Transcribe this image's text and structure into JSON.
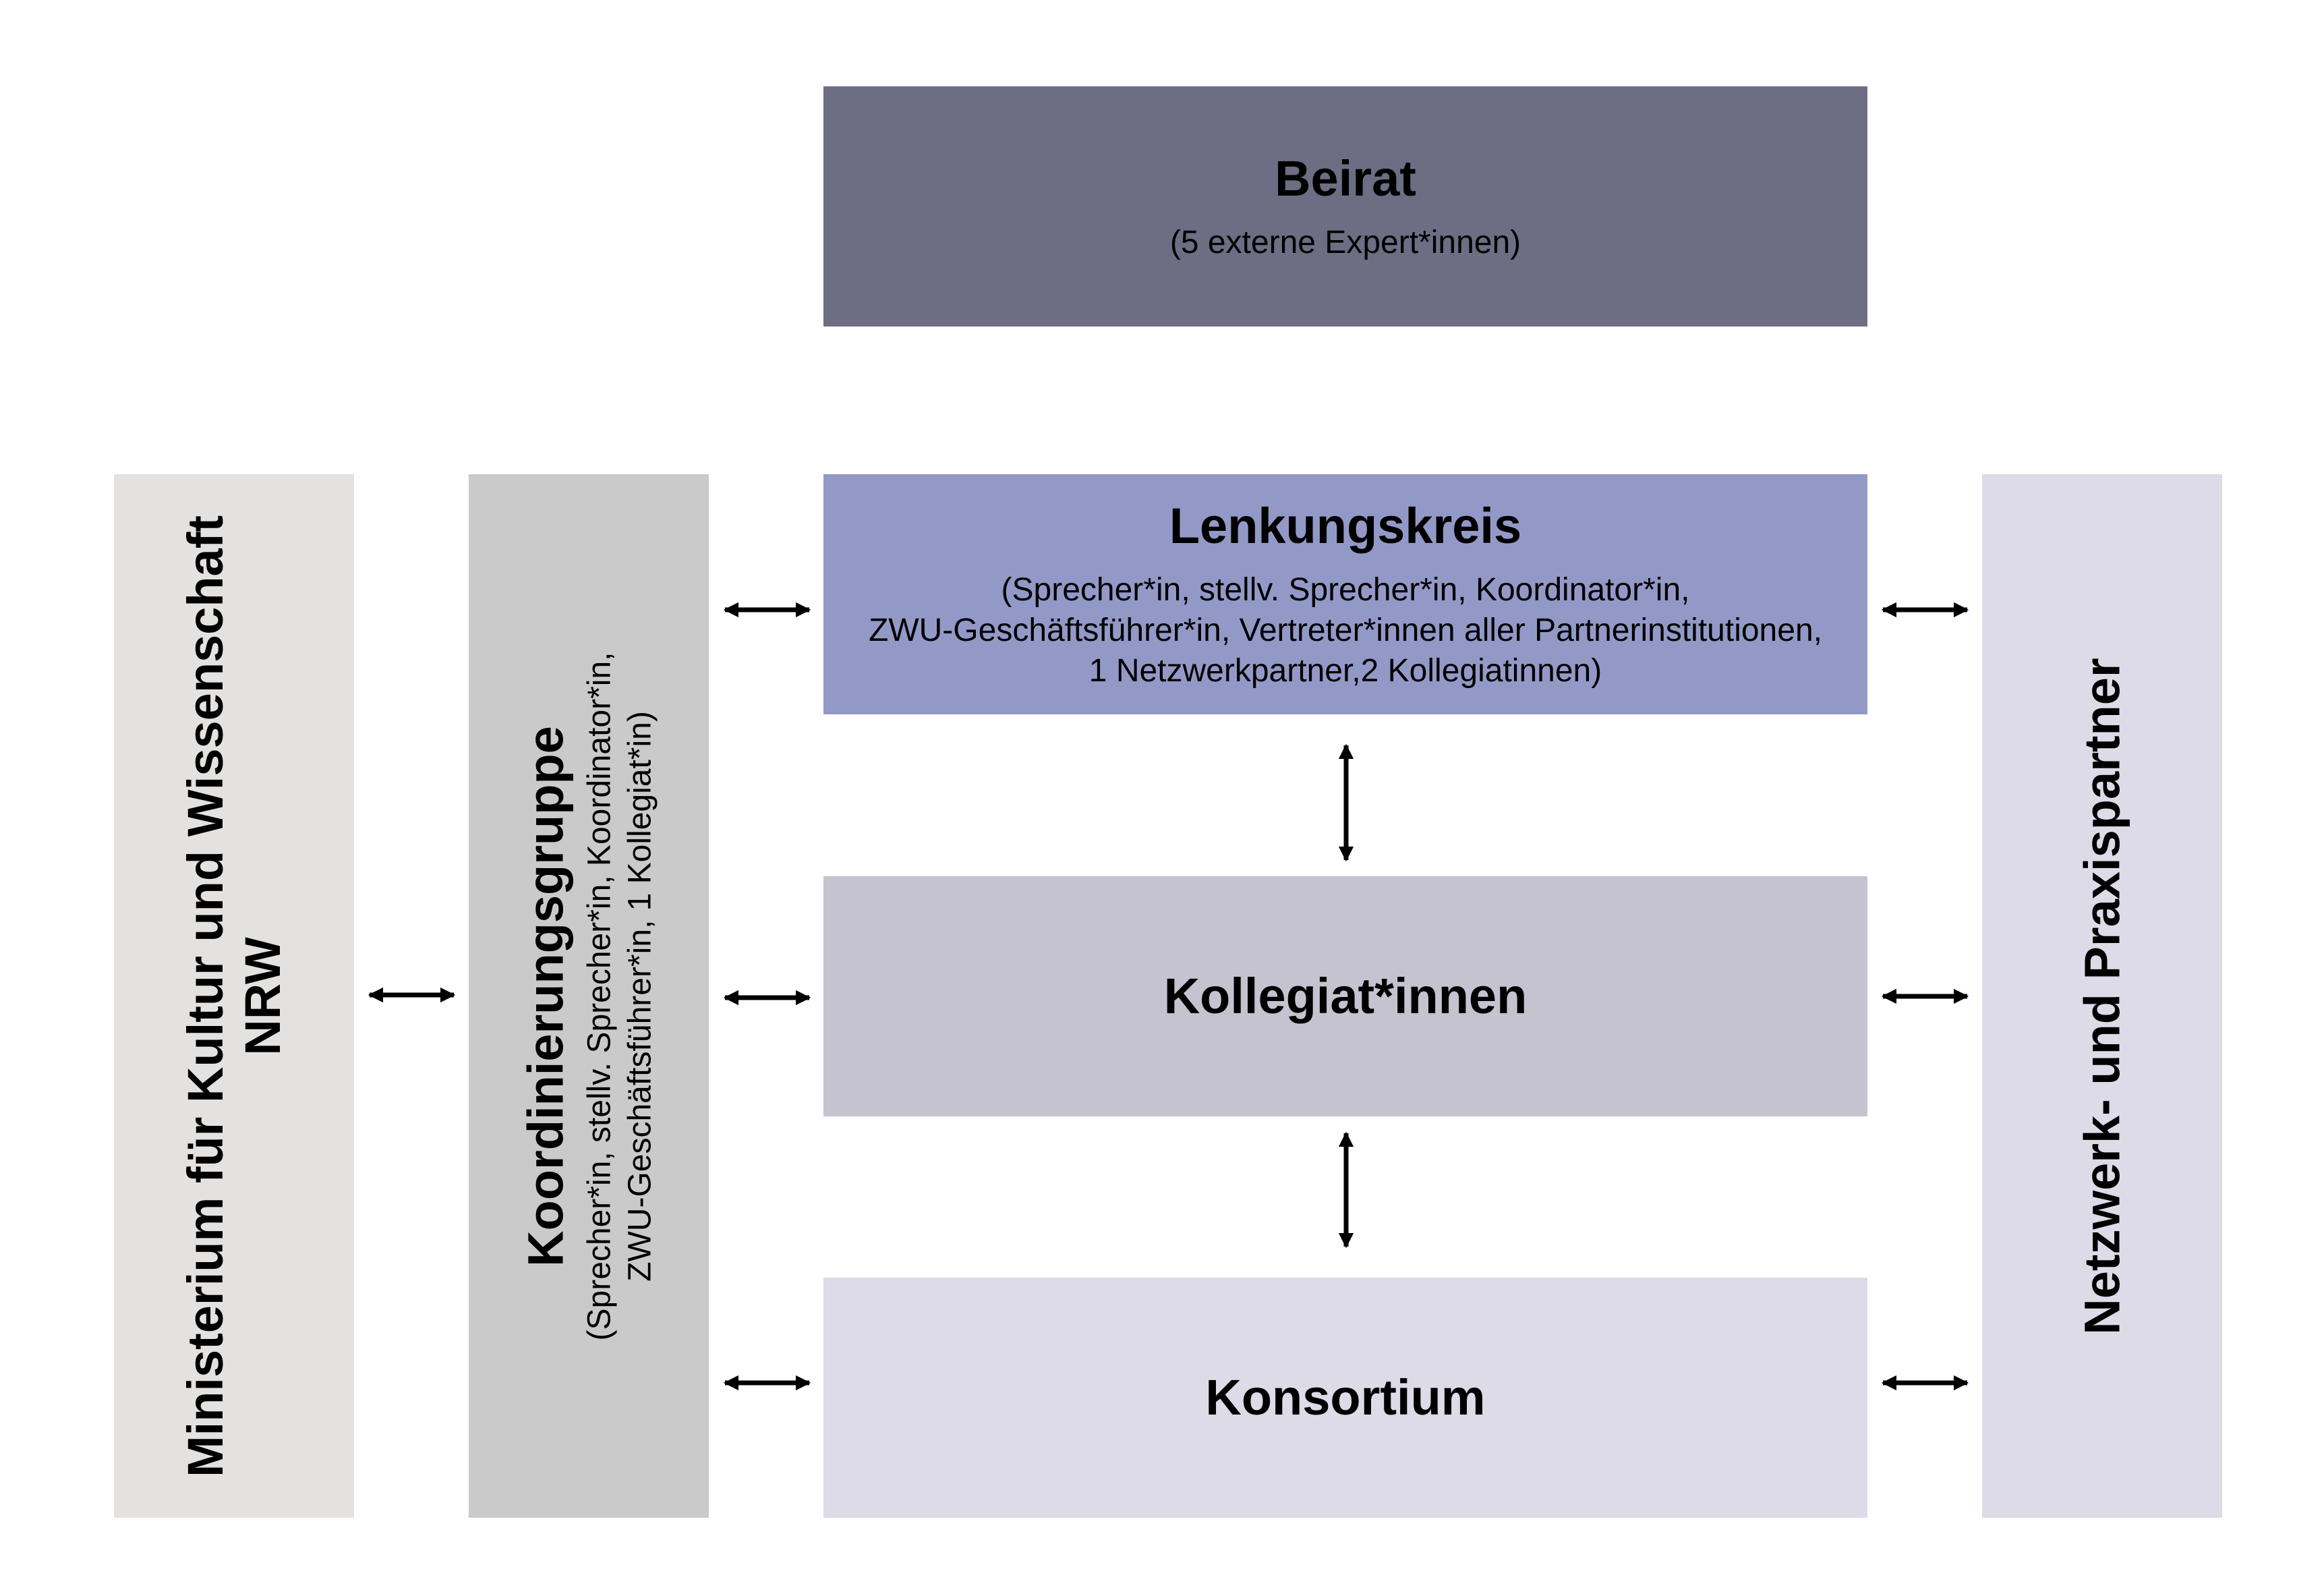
{
  "beirat": {
    "title": "Beirat",
    "subtitle": "(5 externe Expert*innen)"
  },
  "lenkungskreis": {
    "title": "Lenkungskreis",
    "subtitle_lines": [
      "(Sprecher*in, stellv. Sprecher*in, Koordinator*in,",
      "ZWU-Geschäftsführer*in, Vertreter*innen aller Partnerinstitutionen,",
      "1 Netzwerkpartner,2 Kollegiatinnen)"
    ]
  },
  "kollegiat": {
    "title": "Kollegiat*innen"
  },
  "konsortium": {
    "title": "Konsortium"
  },
  "ministerium": {
    "title_lines": [
      "Ministerium für Kultur und Wissenschaft",
      "NRW"
    ]
  },
  "koordinierung": {
    "title": "Koordinierungsgruppe",
    "subtitle_lines": [
      "(Sprecher*in, stellv. Sprecher*in, Koordinator*in,",
      "ZWU-Geschäftsführer*in, 1 Kollegiat*in)"
    ]
  },
  "netzwerk": {
    "title": "Netzwerk- und Praxispartner"
  },
  "colors": {
    "beirat": "#6d6d84",
    "lenkungskreis": "#9399c7",
    "kollegiat": "#c5c3cf",
    "konsortium": "#dcdbe7",
    "ministerium": "#e3e2e0",
    "koordinierung": "#cacaca",
    "netzwerk": "#dcdbe7",
    "arrow": "#000000"
  }
}
